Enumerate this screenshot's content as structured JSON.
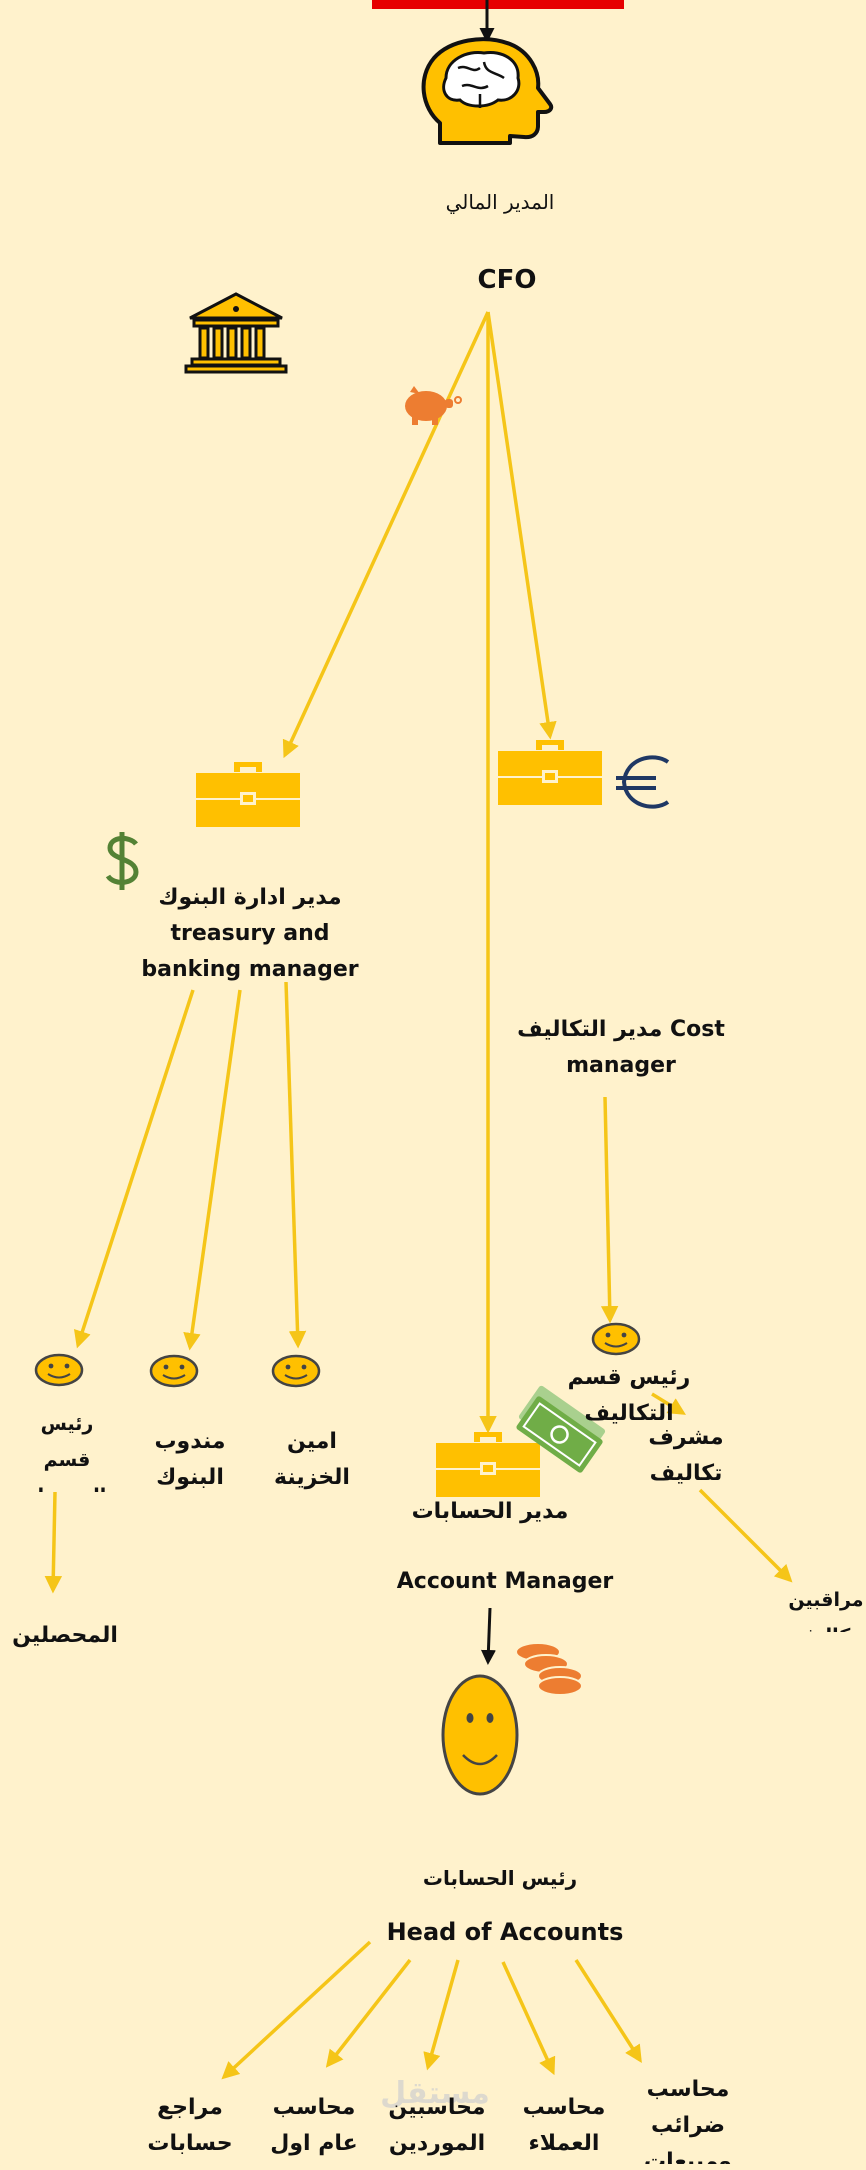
{
  "colors": {
    "background": "#fff2cc",
    "connector": "#f5c518",
    "arrow_dark": "#111111",
    "icon_yellow": "#ffc000",
    "icon_orange": "#ed7d31",
    "money_green": "#70ad47",
    "dollar_green": "#548235",
    "euro_navy": "#1f3864",
    "top_bar_red": "#e60000"
  },
  "roles": {
    "cfo_ar": "المدير المالي",
    "cfo_en": "CFO",
    "treasury": "مدير ادارة البنوك\ntreasury and\nbanking manager",
    "cost_manager": "مدير التكاليف Cost\nmanager",
    "cost_section_head": "رئيس قسم التكاليف",
    "cost_supervisor": "مشرف\nتكاليف",
    "cost_auditors": "مراقبين\nتكاليف",
    "collection_head": "رئيس\nقسم\nالتحصيل",
    "collectors": "المحصلين",
    "bank_rep": "مندوب\nالبنوك",
    "treasurer": "امين\nالخزينة",
    "accounts_manager_ar": "مدير الحسابات",
    "accounts_manager_en": "Account Manager",
    "head_accounts_ar": "رئيس الحسابات",
    "head_accounts_en": "Head of Accounts"
  },
  "staff": {
    "auditor": "مراجع\nحسابات",
    "general_accountant": "محاسب\nعام اول",
    "supplier_accountants": "محاسبين\nالموردين",
    "customer_accountant": "محاسب\nالعملاء",
    "tax_accountant": "محاسب\nضرائب\nومبيعات"
  },
  "watermark": "مستقل",
  "icons": {
    "brain": "brain-head-icon",
    "bank": "bank-building-icon",
    "piggy": "piggy-bank-icon",
    "briefcase": "briefcase-icon",
    "euro": "euro-icon",
    "dollar": "dollar-icon",
    "smiley": "smiley-face-icon",
    "money": "money-bills-icon",
    "coins": "coins-icon"
  }
}
